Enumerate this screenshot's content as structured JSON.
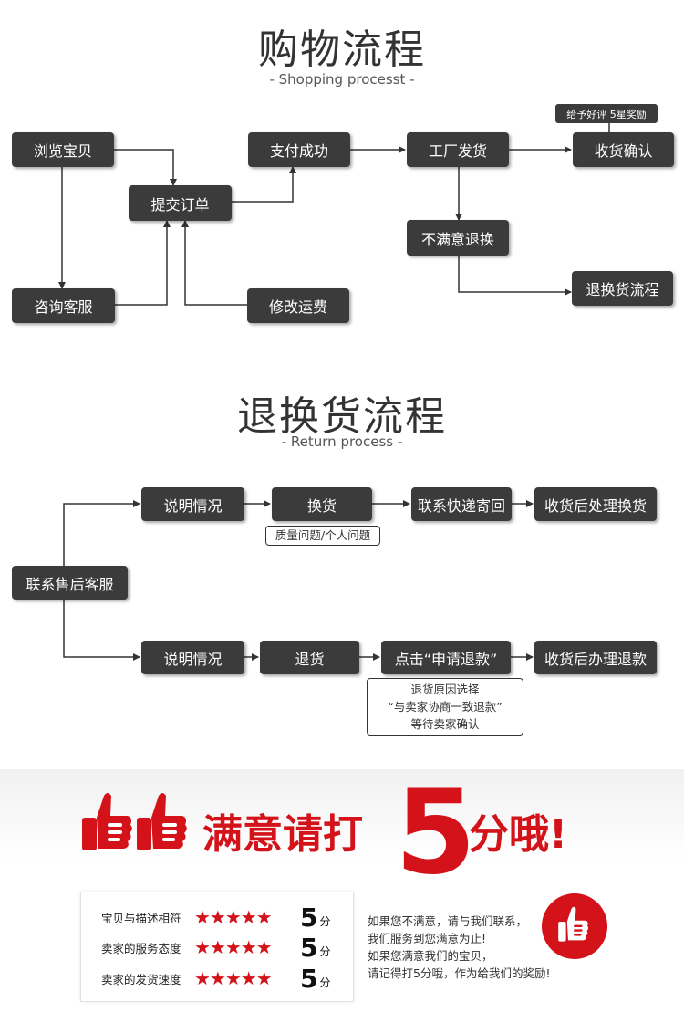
{
  "shopping": {
    "title": "购物流程",
    "subtitle": "- Shopping processt -",
    "nodes": {
      "browse": "浏览宝贝",
      "consult": "咨询客服",
      "submit": "提交订单",
      "pay": "支付成功",
      "modify": "修改运费",
      "factory": "工厂发货",
      "unsatisfied": "不满意退换",
      "receive": "收货确认",
      "return_flow": "退换货流程"
    },
    "reward_tag": "给予好评 5星奖励"
  },
  "returns": {
    "title": "退换货流程",
    "subtitle": "- Return process -",
    "nodes": {
      "contact": "联系售后客服",
      "explain_1": "说明情况",
      "exchange": "换货",
      "ship_back": "联系快递寄回",
      "handle_exchange": "收货后处理换货",
      "explain_2": "说明情况",
      "refund": "退货",
      "click_apply": "点击“申请退款”",
      "handle_refund": "收货后办理退款"
    },
    "exchange_note": "质量问题/个人问题",
    "refund_note": [
      "退货原因选择",
      "“与卖家协商一致退款”",
      "等待卖家确认"
    ]
  },
  "banner": {
    "slogan_left": "满意请打",
    "slogan_number": "5",
    "slogan_right": "分哦!",
    "ratings": [
      {
        "label": "宝贝与描述相符",
        "stars": 5,
        "score": "5",
        "unit": "分"
      },
      {
        "label": "卖家的服务态度",
        "stars": 5,
        "score": "5",
        "unit": "分"
      },
      {
        "label": "卖家的发货速度",
        "stars": 5,
        "score": "5",
        "unit": "分"
      }
    ],
    "message": [
      "如果您不满意，请与我们联系，",
      "我们服务到您满意为止!",
      "如果您满意我们的宝贝，",
      "请记得打5分哦，作为给我们的奖励!"
    ],
    "accent_color": "#d3121a"
  }
}
